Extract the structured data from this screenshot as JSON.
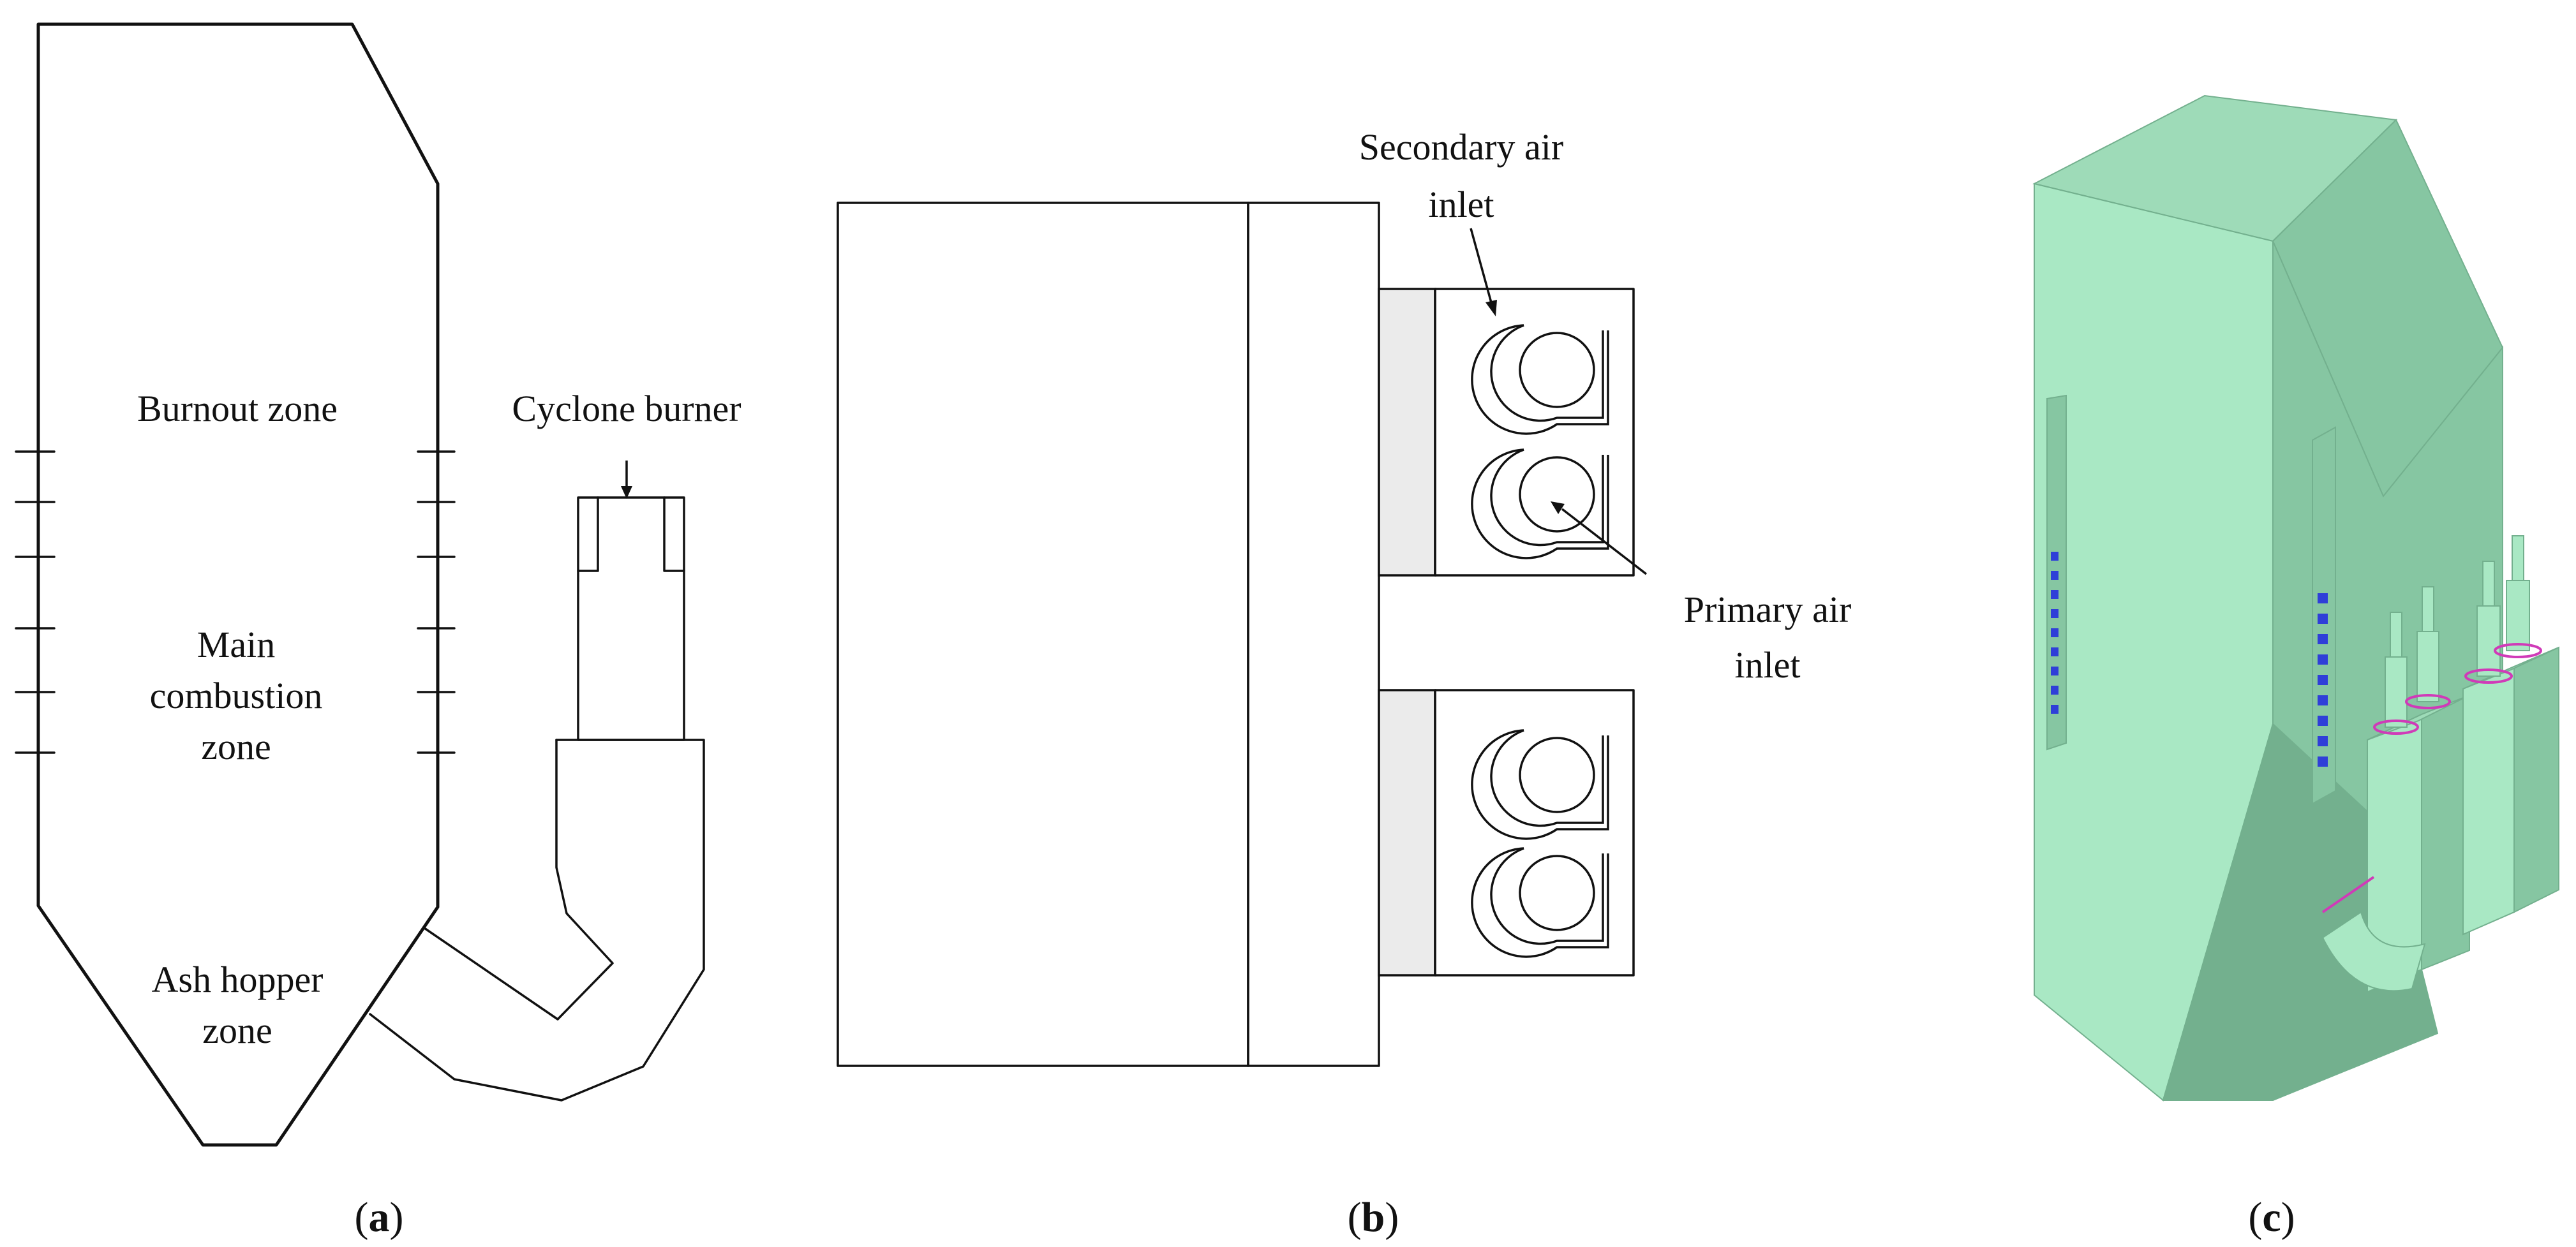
{
  "panel_a": {
    "labels": {
      "burnout": "Burnout zone",
      "main_combustion": [
        "Main",
        "combustion",
        "zone"
      ],
      "ash_hopper": [
        "Ash hopper",
        "zone"
      ],
      "cyclone_burner": "Cyclone burner"
    },
    "caption": {
      "open": "(",
      "letter": "a",
      "close": ")"
    }
  },
  "panel_b": {
    "labels": {
      "secondary_air": [
        "Secondary air",
        "inlet"
      ],
      "primary_air": [
        "Primary air",
        "inlet"
      ]
    },
    "caption": {
      "open": "(",
      "letter": "b",
      "close": ")"
    }
  },
  "panel_c": {
    "caption": {
      "open": "(",
      "letter": "c",
      "close": ")"
    }
  },
  "colors": {
    "line": "#111111",
    "burner_fill": "#ebebeb",
    "model_front": "#a9e8c4",
    "model_top": "#9edbb8",
    "model_side": "#86c6a2",
    "model_dark": "#73b08e",
    "nozzle_blue": "#2f3fd8",
    "ring_magenta": "#d03ab8"
  }
}
